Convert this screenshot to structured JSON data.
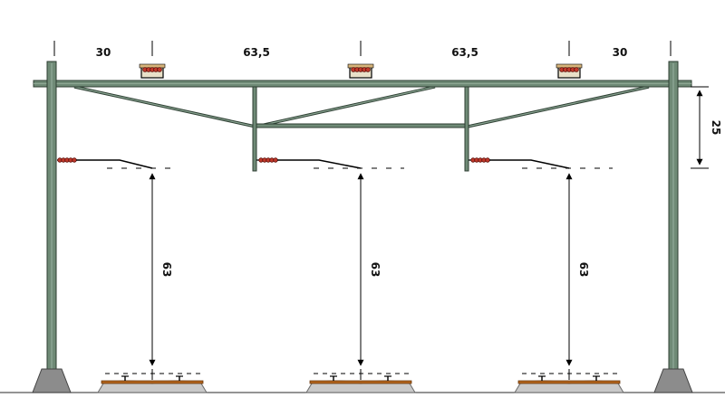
{
  "diagram": {
    "top_dimensions": [
      "30",
      "63,5",
      "63,5",
      "30"
    ],
    "right_dimension": "25",
    "contact_height_labels": [
      "63",
      "63",
      "63"
    ],
    "colors": {
      "steel": "#6f8a76",
      "steel_outline": "#2c3d31",
      "insulator": "#c0392b",
      "ballast": "#c9c9c9",
      "sleeper": "#b5651d",
      "foundation": "#8c8c8c"
    }
  }
}
